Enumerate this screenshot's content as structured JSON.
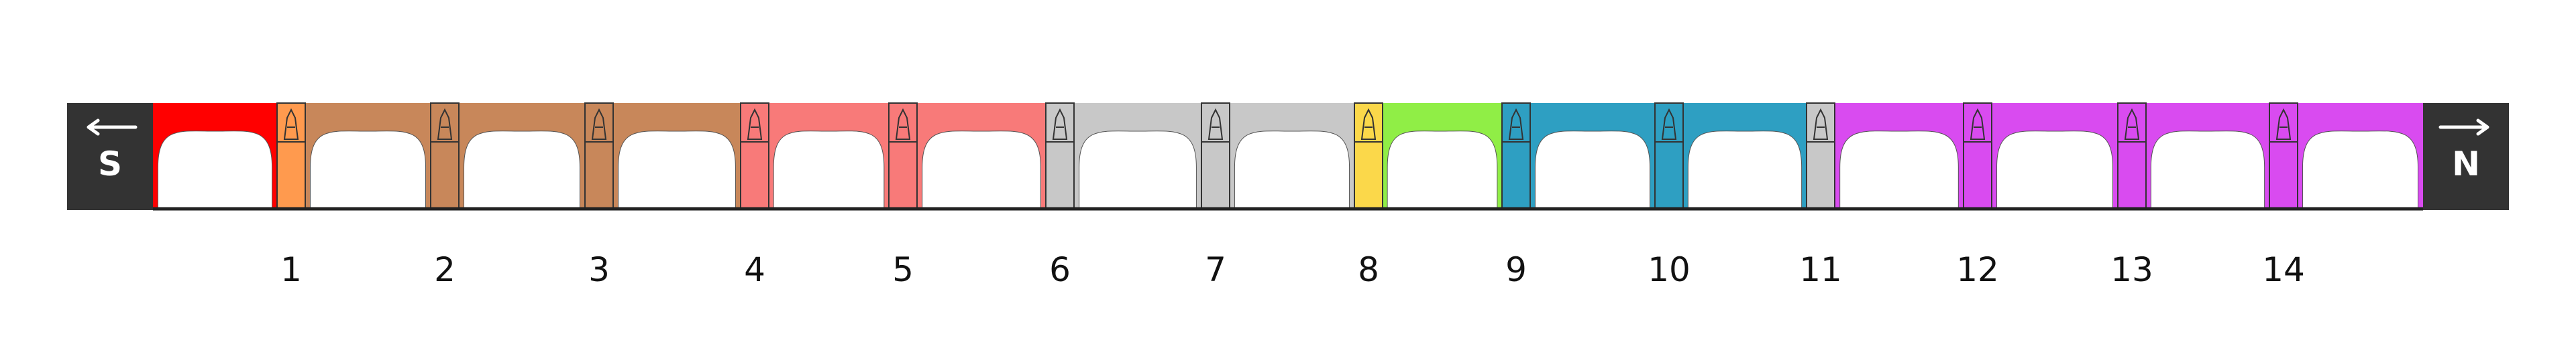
{
  "south_end": {
    "label": "S",
    "arrow": "left-arrow-icon"
  },
  "north_end": {
    "label": "N",
    "arrow": "right-arrow-icon"
  },
  "piers": [
    "1",
    "2",
    "3",
    "4",
    "5",
    "6",
    "7",
    "8",
    "9",
    "10",
    "11",
    "12",
    "13",
    "14"
  ],
  "arch_colors": [
    "#ff0000",
    "#c8875a",
    "#c8875a",
    "#c8875a",
    "#f87a79",
    "#f87a79",
    "#c8c8c8",
    "#c8c8c8",
    "#90ee46",
    "#2e9fc2",
    "#2e9fc2",
    "#d94bf0",
    "#d94bf0",
    "#d94bf0",
    "#d94bf0"
  ],
  "pier_colors": [
    "#ff9a4e",
    "#c8875a",
    "#c8875a",
    "#f87a79",
    "#f87a79",
    "#c8c8c8",
    "#c8c8c8",
    "#fbd84a",
    "#2e9fc2",
    "#2e9fc2",
    "#c8c8c8",
    "#d94bf0",
    "#d94bf0",
    "#d94bf0"
  ],
  "colors": {
    "end_block": "#333333",
    "deck_line": "#222222",
    "outline": "#333333"
  }
}
